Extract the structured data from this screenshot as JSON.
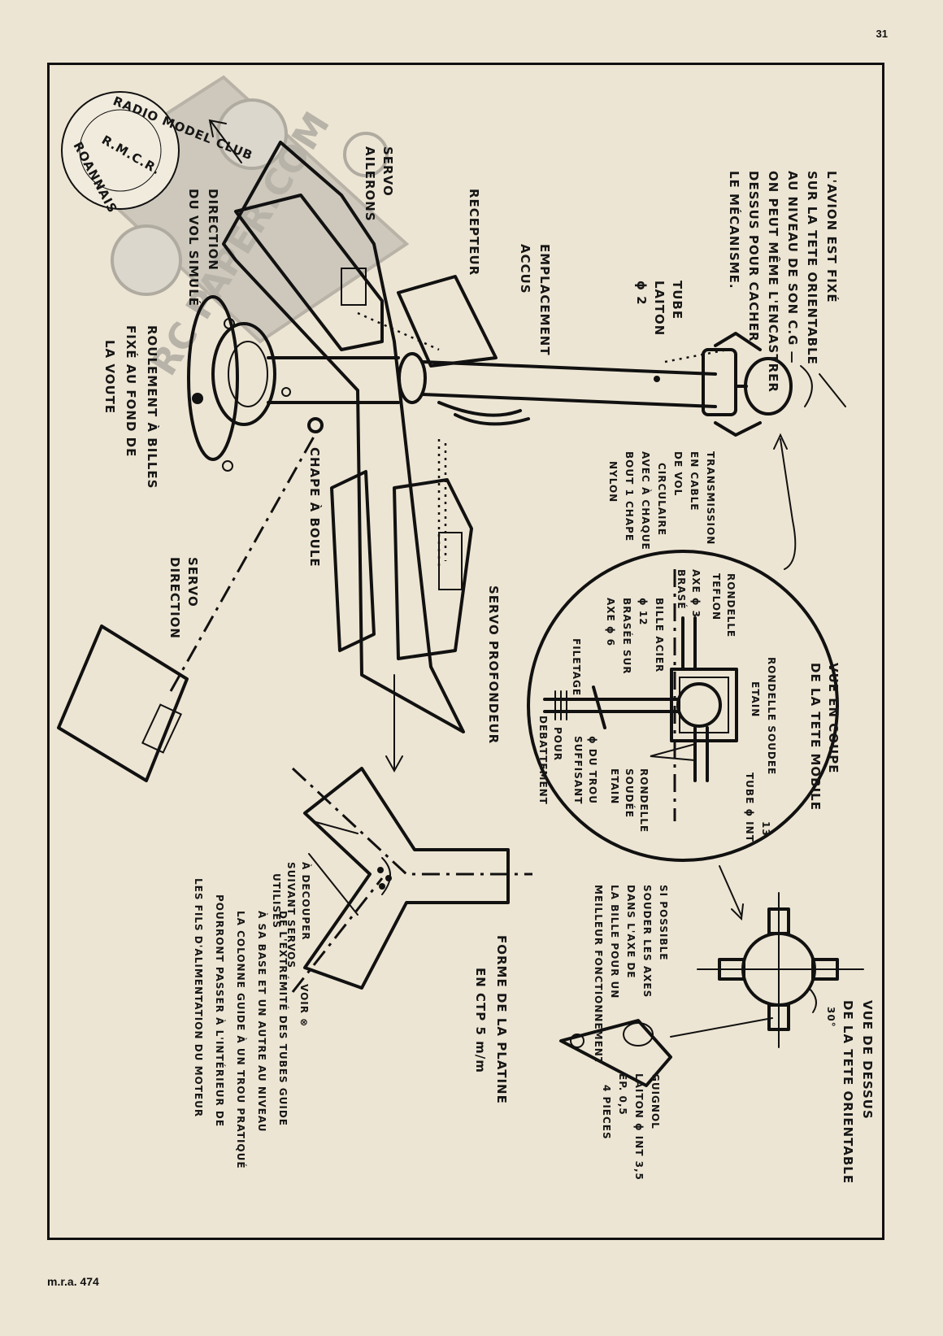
{
  "page": {
    "number": "31",
    "footer": "m.r.a. 474"
  },
  "stamp": {
    "lines": [
      "RADIO MODEL CLUB",
      "R.M.C.R.",
      "ROANNAIS"
    ]
  },
  "watermark": {
    "text": "RC PAPER.COM"
  },
  "labels": {
    "intro": [
      "L'AVION EST FIXÉ",
      "SUR LA TETE ORIENTABLE",
      "AU NIVEAU DE SON C.G —",
      "ON PEUT MÊME L'ENCASTRER",
      "DESSUS POUR CACHER",
      "LE MÉCANISME."
    ],
    "tube_laiton": [
      "TUBE",
      "LAITON",
      "ϕ 2"
    ],
    "emplacement_accus": [
      "EMPLACEMENT",
      "ACCUS"
    ],
    "recepteur": [
      "RECEPTEUR"
    ],
    "servo_ailerons": [
      "SERVO",
      "AILERONS"
    ],
    "direction_vol": [
      "DIRECTION",
      "DU VOL SIMULÉ"
    ],
    "roulement": [
      "ROULEMENT À BILLES",
      "FIXÉ AU FOND DE",
      "LA VOUTE"
    ],
    "chape_boule": [
      "CHAPE À BOULE"
    ],
    "transmission": [
      "TRANSMISSION",
      "EN CABLE",
      "DE VOL",
      "CIRCULAIRE",
      "AVEC À CHAQUE",
      "BOUT 1 CHAPE",
      "NYLON"
    ],
    "servo_profondeur": [
      "SERVO PROFONDEUR"
    ],
    "servo_direction": [
      "SERVO",
      "DIRECTION"
    ],
    "vue_coupe": [
      "VUE EN COUPE",
      "DE LA TETE MOBILE"
    ],
    "rondelle_soudee": [
      "RONDELLE SOUDEE",
      "ETAIN"
    ],
    "rondelle_teflon": [
      "RONDELLE",
      "TEFLON"
    ],
    "axe_brase": [
      "AXE ϕ 3",
      "BRASÉ"
    ],
    "bille_acier": [
      "BILLE ACIER",
      "ϕ 12",
      "BRASÉE SUR",
      "AXE ϕ 6"
    ],
    "filetage": [
      "FILETAGE"
    ],
    "trou": [
      "POUR",
      "DEBATTEMENT"
    ],
    "trou_suffisant": [
      "ϕ DU TROU",
      "SUFFISANT"
    ],
    "rondelle_soudee_2": [
      "RONDELLE",
      "SOUDÉE",
      "ETAIN"
    ],
    "tube_int": [
      "TUBE ϕ INT",
      "13"
    ],
    "si_possible": [
      "SI POSSIBLE",
      "SOUDER LES AXES",
      "DANS L'AXE DE",
      "LA BILLE POUR UN",
      "MEILLEUR FONCTIONNEMENT"
    ],
    "vue_dessus": [
      "VUE DE DESSUS",
      "DE LA TETE ORIENTABLE"
    ],
    "angle": "30°",
    "guignol": [
      "GUIGNOL",
      "LAITON ϕ INT 3,5",
      "EP. 0,5",
      "4 PIECES"
    ],
    "forme_platine": [
      "FORME DE LA PLATINE",
      "EN CTP 5 m/m"
    ],
    "a_decouper": [
      "À DECOUPER",
      "SUIVANT SERVOS",
      "UTILISÉS"
    ],
    "fils": [
      "LES FILS D'ALIMENTATION DU MOTEUR",
      "POURRONT PASSER À L'INTÉRIEUR DE",
      "LA COLONNE GUIDE À UN TROU PRATIQUÉ",
      "À SA BASE ET UN AUTRE AU NIVEAU",
      "DE L'EXTRÉMITÉ DES TUBES GUIDE",
      "VOIR ⊗"
    ]
  },
  "colors": {
    "paper": "#ede5d3",
    "ink": "#111111",
    "stamp": "#9a9a9a"
  }
}
